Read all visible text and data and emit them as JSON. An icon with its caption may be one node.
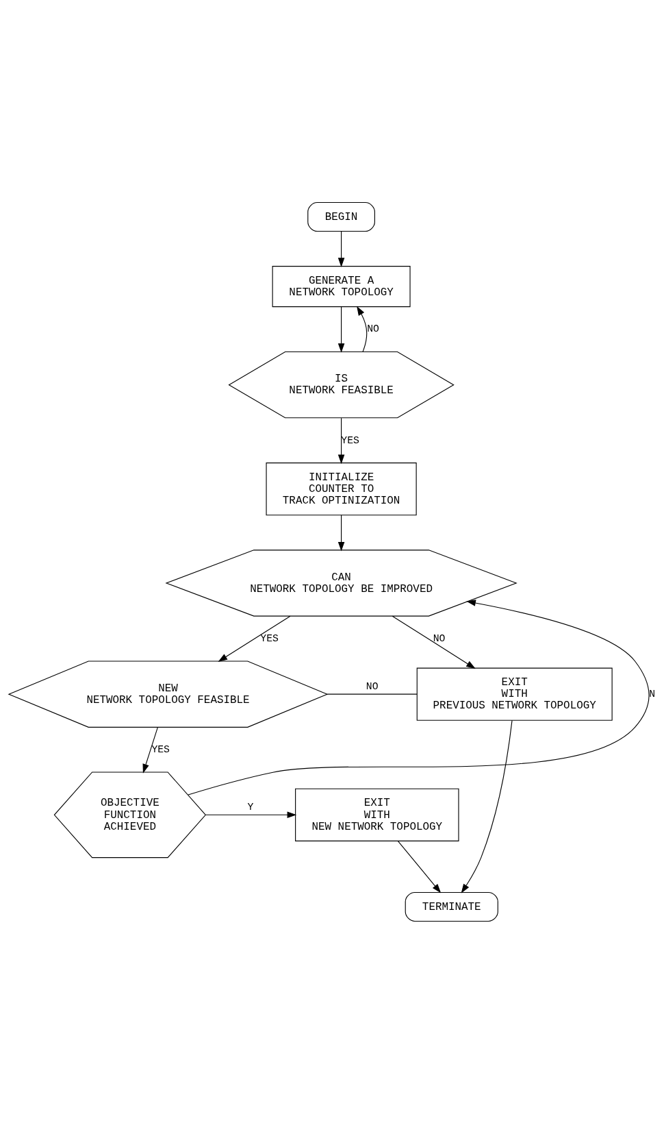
{
  "diagram": {
    "nodes": [
      {
        "text": [
          "BEGIN"
        ]
      },
      {
        "text": [
          "GENERATE A NETWORK TOPOLOGY"
        ]
      },
      {
        "text": [
          "IS NETWORK FEASIBLE"
        ]
      },
      {
        "text": [
          "INITIALIZE COUNTER TO TRACK OPTINIZATION"
        ]
      },
      {
        "text": [
          "CAN NETWORK TOPOLOGY BE IMPROVED"
        ]
      },
      {
        "text": [
          "NEW NETWORK TOPOLOGY FEASIBLE"
        ]
      },
      {
        "text": [
          "EXIT WITH PREVIOUS NETWORK TOPOLOGY"
        ]
      },
      {
        "text": [
          "TERMINATE"
        ]
      },
      {
        "text": [
          "OBJECTIVE FUNCTION ACHIEVED"
        ]
      },
      {
        "text": [
          "EXIT WITH NEW NETWORK TOPOLOGY"
        ]
      }
    ],
    "edges": [
      {
        "from": 0,
        "to": 1,
        "arrow": "to"
      },
      {
        "from": 2,
        "to": 1,
        "arrow": "to",
        "label": "NO"
      },
      {
        "from": 1,
        "to": 2,
        "arrow": "to"
      },
      {
        "from": 2,
        "to": 3,
        "arrow": "to",
        "label": "YES"
      },
      {
        "from": 3,
        "to": 4,
        "arrow": "to"
      },
      {
        "from": 4,
        "to": 6,
        "arrow": "to",
        "label": "NO"
      },
      {
        "from": 4,
        "to": 5,
        "arrow": "to",
        "label": "YES"
      },
      {
        "from": 5,
        "to": 6,
        "arrow": "none",
        "label": "NO"
      },
      {
        "from": 5,
        "to": 8,
        "arrow": "to",
        "label": "YES"
      },
      {
        "from": 8,
        "to": 4,
        "arrow": "to",
        "label": "N"
      },
      {
        "from": 8,
        "to": 9,
        "arrow": "to",
        "label": "Y"
      },
      {
        "from": 6,
        "to": 7,
        "arrow": "to"
      },
      {
        "from": 9,
        "to": 7,
        "arrow": "to"
      }
    ]
  }
}
